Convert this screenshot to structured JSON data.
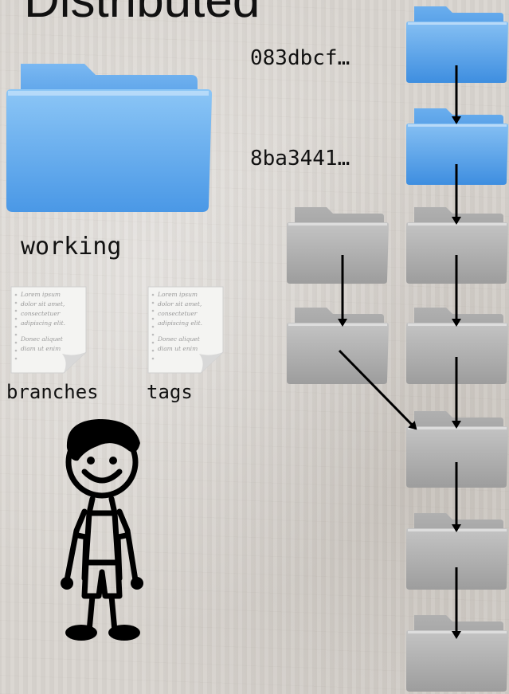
{
  "title": "Distributed",
  "working_label": "working",
  "commits": [
    {
      "hash": "083dbcf…",
      "kind": "blue"
    },
    {
      "hash": "8ba3441…",
      "kind": "blue"
    }
  ],
  "files": [
    {
      "label": "branches",
      "icon": "document-icon"
    },
    {
      "label": "tags",
      "icon": "document-icon"
    }
  ],
  "doc_text": [
    "Lorem ipsum",
    "dolor sit amet,",
    "consectetuer",
    "adipiscing elit.",
    "Donec aliquet",
    "diam ut enim"
  ],
  "person_icon": "stick-figure-icon",
  "colors": {
    "blue_folder": "#5ea8ee",
    "gray_folder": "#b8b8b8",
    "text": "#111111"
  }
}
